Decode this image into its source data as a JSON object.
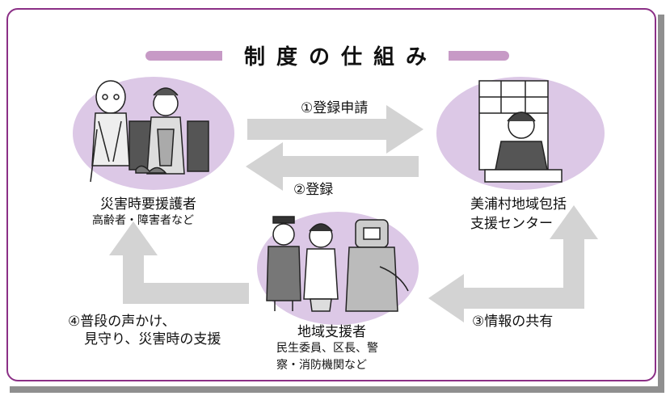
{
  "title": "制度の仕組み",
  "nodes": {
    "left": {
      "name": "災害時要援護者",
      "subtitle": "高齢者・障害者など"
    },
    "right": {
      "name_line1": "美浦村地域包括",
      "name_line2": "支援センター"
    },
    "bottom": {
      "name": "地域支援者",
      "subtitle_line1": "民生委員、区長、警",
      "subtitle_line2": "察・消防機関など"
    }
  },
  "arrows": {
    "register_request": "①登録申請",
    "register": "②登録",
    "share_info": "③情報の共有",
    "support_line1": "④普段の声かけ、",
    "support_line2": "見守り、災害時の支援"
  },
  "colors": {
    "frame": "#8b2f86",
    "title_bar": "#c79ac6",
    "ellipse": "#dcc8e6",
    "arrow": "#d3d3d3",
    "shadow": "#8f8f8f"
  },
  "icons": {
    "left": "elderly-couple-illustration",
    "right": "staff-at-desk-illustration",
    "bottom": "community-responders-illustration"
  }
}
